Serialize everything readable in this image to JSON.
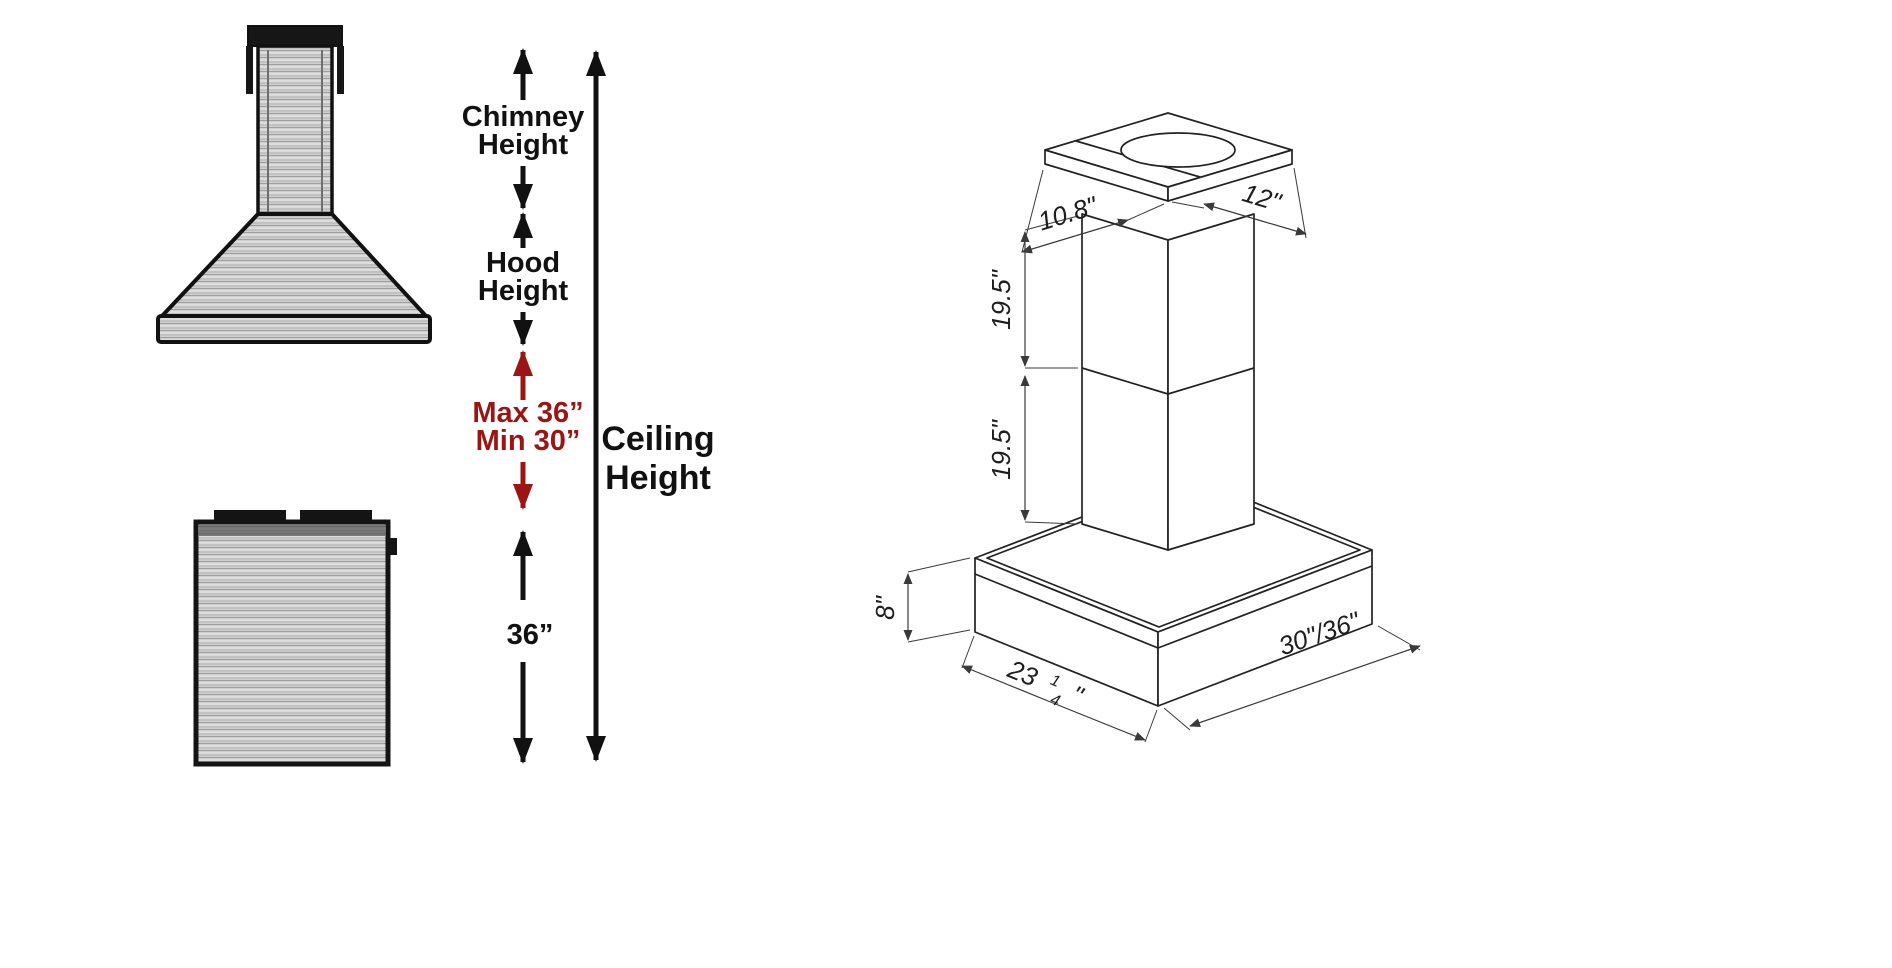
{
  "colors": {
    "ink": "#111111",
    "accent_red": "#9b1515",
    "steel_base": "#cfcfcf",
    "iso_line": "#222222",
    "dim_line": "#3a3a3a"
  },
  "left_panel": {
    "chimney_height": {
      "line1": "Chimney",
      "line2": "Height"
    },
    "hood_height": {
      "line1": "Hood",
      "line2": "Height"
    },
    "mount_range": {
      "line1": "Max 36”",
      "line2": "Min 30”"
    },
    "ceiling_height": {
      "line1": "Ceiling",
      "line2": "Height"
    },
    "stove_clearance": "36”"
  },
  "right_panel": {
    "chimney_depth": "10.8\"",
    "chimney_width": "12\"",
    "upper_duct_height": "19.5\"",
    "lower_duct_height": "19.5\"",
    "hood_body_height": "8\"",
    "hood_depth_whole": "23",
    "hood_depth_numerator": "1",
    "hood_depth_denominator": "4",
    "hood_depth_unit": "\"",
    "hood_width": "30\"/36\""
  }
}
